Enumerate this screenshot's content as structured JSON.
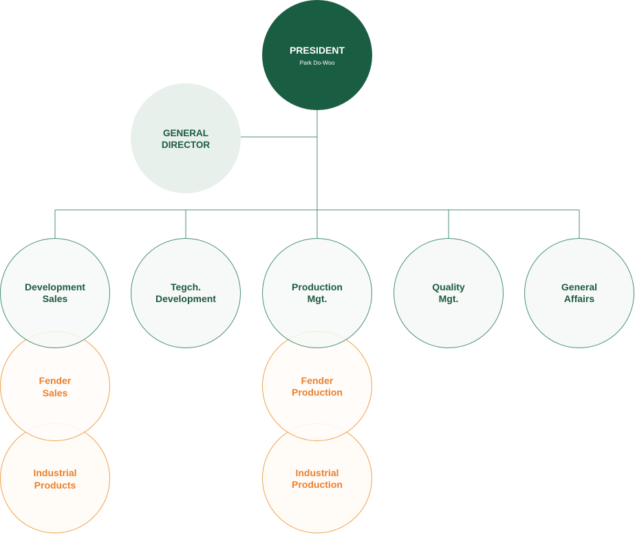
{
  "colors": {
    "president_fill": "#195d42",
    "president_text": "#ffffff",
    "director_fill": "#e8f0ec",
    "green_line": "#4a9072",
    "green_text": "#1c5a40",
    "dept_fill": "#f6f9f7",
    "orange_stroke": "#f0a04c",
    "orange_fill": "#fffcf8",
    "orange_text": "#ec7f2a"
  },
  "president": {
    "title": "PRESIDENT",
    "name": "Park Do-Woo"
  },
  "general_director": {
    "line1": "GENERAL",
    "line2": "DIRECTOR"
  },
  "departments": [
    {
      "line1": "Development",
      "line2": "Sales"
    },
    {
      "line1": "Tegch.",
      "line2": "Development"
    },
    {
      "line1": "Production",
      "line2": "Mgt."
    },
    {
      "line1": "Quality",
      "line2": "Mgt."
    },
    {
      "line1": "General",
      "line2": "Affairs"
    }
  ],
  "sub_units": {
    "development_sales": [
      {
        "line1": "Fender",
        "line2": "Sales"
      },
      {
        "line1": "Industrial",
        "line2": "Products"
      }
    ],
    "production_mgt": [
      {
        "line1": "Fender",
        "line2": "Production"
      },
      {
        "line1": "Industrial",
        "line2": "Production"
      }
    ]
  }
}
